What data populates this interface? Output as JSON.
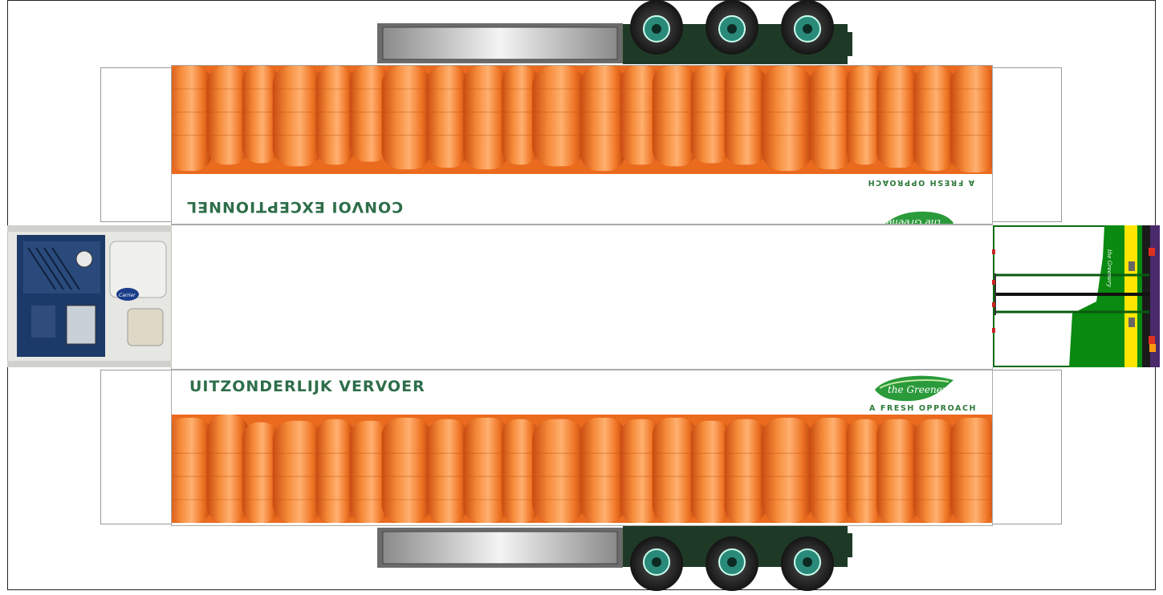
{
  "sheet": {
    "top_side": {
      "slogan": "CONVOI EXCEPTIONNEL",
      "logo_text": "the Greenery",
      "tagline": "A FRESH OPPROACH"
    },
    "bottom_side": {
      "slogan": "UITZONDERLIJK VERVOER",
      "logo_text": "the Greenery",
      "tagline": "A FRESH OPPROACH"
    },
    "front_panel": {
      "brand_text": "Carrier"
    },
    "rear_panel": {
      "logo_text": "the Greenery"
    }
  },
  "colors": {
    "carrot": "#f07a2a",
    "carrot_dark": "#d4541a",
    "carrot_light": "#ff9d52",
    "text_green": "#2e6e4a",
    "logo_green": "#2a9a3a",
    "chassis": "#1e3a26",
    "tire": "#2a2a2a",
    "hub": "#2a8a7a",
    "reefer_blue": "#1c3a68",
    "rear_yellow": "#ffe600",
    "rear_green": "#0a8a10"
  }
}
